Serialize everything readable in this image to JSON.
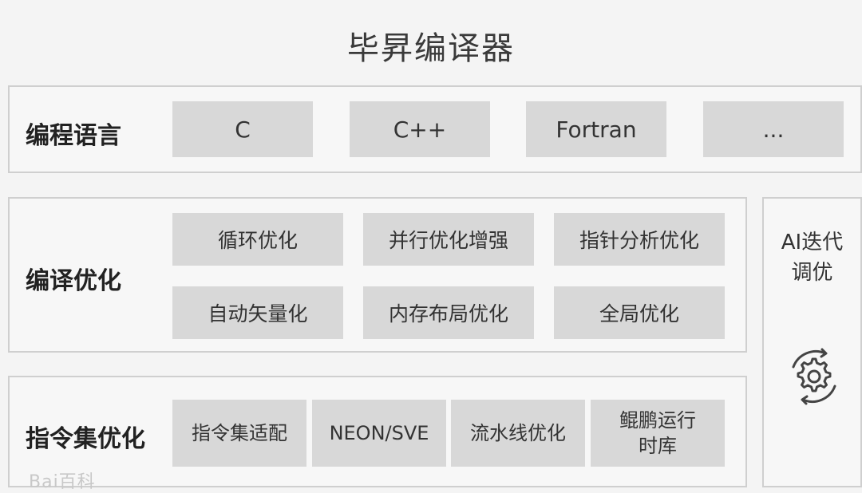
{
  "title": "毕昇编译器",
  "languages": {
    "label": "编程语言",
    "items": [
      "C",
      "C++",
      "Fortran",
      "..."
    ]
  },
  "compile_opt": {
    "label": "编译优化",
    "items": [
      "循环优化",
      "并行优化增强",
      "指针分析优化",
      "自动矢量化",
      "内存布局优化",
      "全局优化"
    ]
  },
  "isa_opt": {
    "label": "指令集优化",
    "items": [
      "指令集适配",
      "NEON/SVE",
      "流水线优化",
      "鲲鹏运行\n时库"
    ]
  },
  "ai": {
    "line1": "AI迭代",
    "line2": "调优",
    "icon": "gear-cycle-icon"
  },
  "watermark": "Bai百科"
}
